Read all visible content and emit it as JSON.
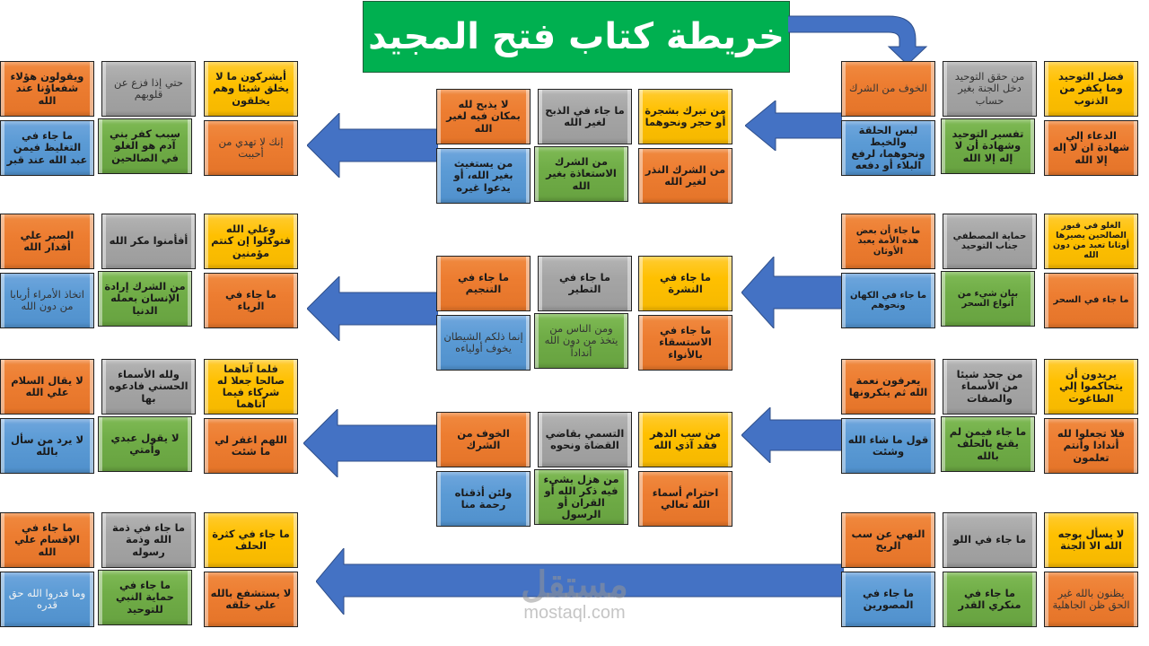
{
  "title": "خريطة كتاب فتح المجيد",
  "colors": {
    "title_bg": "#00b050",
    "arrow": "#4472c4",
    "orange": "#ed7d31",
    "gray": "#a5a5a5",
    "yellow": "#ffc000",
    "blue": "#5b9bd5",
    "green": "#70ad47"
  },
  "rows": [
    {
      "right": {
        "top": [
          "فضل التوحيد وما يكفر من الذنوب",
          "من حقق التوحيد دخل الجنة بغير حساب",
          "الخوف من الشرك"
        ],
        "bottom": [
          "الدعاء إلي شهادة ان لا إله إلا الله",
          "تفسير التوحيد وشهادة أن لا إله إلا الله",
          "لبس الحلقة والخيط ونحوهما، لرفع البلاء أو دفعه"
        ]
      },
      "middle": {
        "top": [
          "من تبرك بشجرة أو حجر ونحوهما",
          "ما جاء في الذبح لغير الله",
          "لا يذبح لله بمكان فيه لغير الله"
        ],
        "bottom": [
          "من الشرك النذر لغير الله",
          "من الشرك الاستعاذة بغير الله",
          "من يستغيث بغير الله، أو يدعوا غيره"
        ]
      },
      "left": {
        "top": [
          "أيشركون ما لا يخلق شيئا وهم يخلقون",
          "حتي إذا فزع عن قلوبهم",
          "ويقولون هؤلاء شفعاؤنا عند الله"
        ],
        "bottom": [
          "إنك لا تهدي من أحببت",
          "سبب كفر بني آدم هو الغلو في الصالحين",
          "ما جاء في التغليظ فيمن عبد الله عند قبر"
        ]
      }
    },
    {
      "right": {
        "top": [
          "الغلو في قبور الصالحين يصيرها أوثانا تعبد من دون الله",
          "حماية المصطفي جناب التوحيد",
          "ما جاء أن بعض هذه الأمة يعبد الأوثان"
        ],
        "bottom": [
          "ما جاء في السحر",
          "بيان شيء من أنواع السحر",
          "ما جاء في الكهان ونحوهم"
        ]
      },
      "middle": {
        "top": [
          "ما جاء في النشرة",
          "ما جاء في التطير",
          "ما جاء في التنجيم"
        ],
        "bottom": [
          "ما جاء في الاستسقاء بالأنواء",
          "ومن الناس من يتخذ من دون الله أنداداً",
          "إنما ذلكم الشيطان يخوف أولياءه"
        ]
      },
      "left": {
        "top": [
          "وعلي الله فتوكلوا إن كنتم مؤمنين",
          "أفأمنوا مكر الله",
          "الصبر علي أقدار الله"
        ],
        "bottom": [
          "ما جاء في الرياء",
          "من الشرك إرادة الإنسان بعمله الدنيا",
          "اتخاذ الأمراء أربابا من دون الله"
        ]
      }
    },
    {
      "right": {
        "top": [
          "يريدون أن يتحاكموا إلي الطاغوت",
          "من جحد شيئا من الأسماء والصفات",
          "يعرفون نعمة الله ثم ينكرونها"
        ],
        "bottom": [
          "فلا تجعلوا لله أندادا وأنتم تعلمون",
          "ما جاء فيمن لم يقنع بالحلف بالله",
          "قول ما شاء الله وشئت"
        ]
      },
      "middle": {
        "top": [
          "من سب الدهر فقد آذي الله",
          "التسمي بقاضي القضاة ونحوه",
          "الخوف من الشرك"
        ],
        "bottom": [
          "احترام أسماء الله تعالي",
          "من هزل بشيء فيه ذكر الله أو القران أو الرسول",
          "ولئن أذقناه رحمة منا"
        ]
      },
      "left": {
        "top": [
          "فلما آتاهما صالحا جعلا له شركاء فيما آتاهما",
          "ولله الأسماء الحسني فادعوه بها",
          "لا يقال السلام علي الله"
        ],
        "bottom": [
          "اللهم اغفر لي ما شئت",
          "لا يقول عبدي وأمتي",
          "لا يرد من سأل بالله"
        ]
      }
    },
    {
      "right": {
        "top": [
          "لا يسأل بوجه الله الا الجنة",
          "ما جاء في اللو",
          "النهي عن سب الريح"
        ],
        "bottom": [
          "يظنون بالله غير الحق ظن الجاهلية",
          "ما جاء في منكري القدر",
          "ما جاء في المصورين"
        ]
      },
      "left": {
        "top": [
          "ما جاء في كثرة الحلف",
          "ما جاء في ذمة الله وذمة رسوله",
          "ما جاء في الإقسام علي الله"
        ],
        "bottom": [
          "لا يستشفع بالله علي خلقه",
          "ما جاء في حماية النبي للتوحيد",
          "وما قدروا الله حق قدره"
        ]
      }
    }
  ],
  "watermark": {
    "arabic": "مستقل",
    "latin": "mostaql.com"
  }
}
